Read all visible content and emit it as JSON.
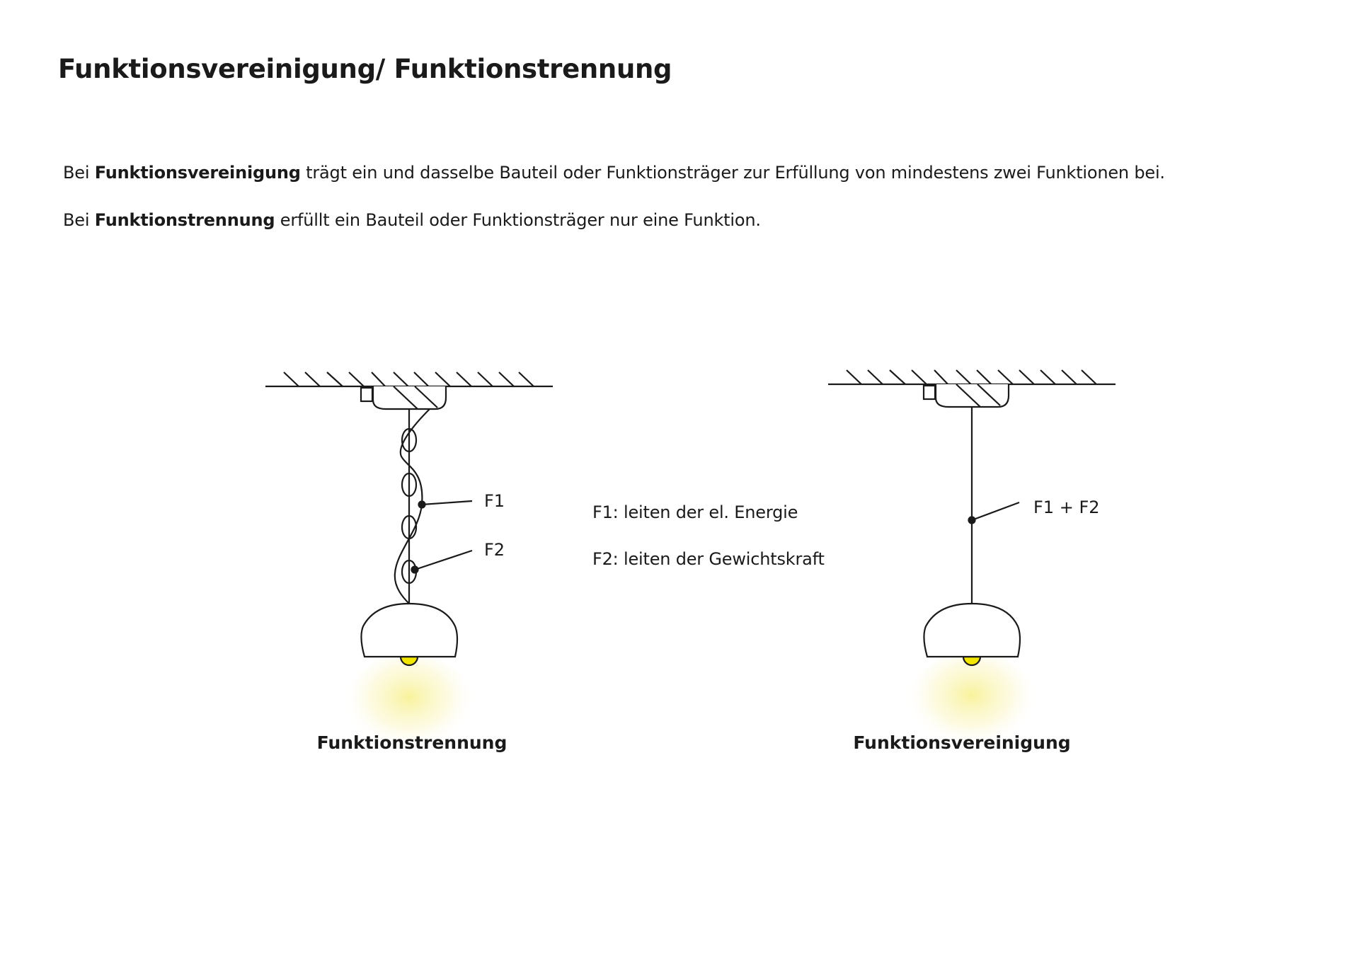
{
  "title": "Funktionsvereinigung/ Funktionstrennung",
  "paragraphs": [
    {
      "prefix": "Bei ",
      "bold": "Funktionsvereinigung",
      "rest": " trägt ein und dasselbe Bauteil oder Funktionsträger zur Erfüllung von mindestens zwei Funktionen bei."
    },
    {
      "prefix": "Bei ",
      "bold": "Funktionstrennung",
      "rest": " erfüllt ein Bauteil oder Funktionsträger nur eine Funktion."
    }
  ],
  "diagram_left": {
    "caption": "Funktionstrennung",
    "label_f1": "F1",
    "label_f2": "F2"
  },
  "legend": [
    "F1: leiten der el. Energie",
    "F2: leiten der Gewichtskraft"
  ],
  "diagram_right": {
    "caption": "Funktionsvereinigung",
    "label": "F1 + F2"
  },
  "colors": {
    "bulb": "#f2e600",
    "line": "#1a1a1a"
  }
}
